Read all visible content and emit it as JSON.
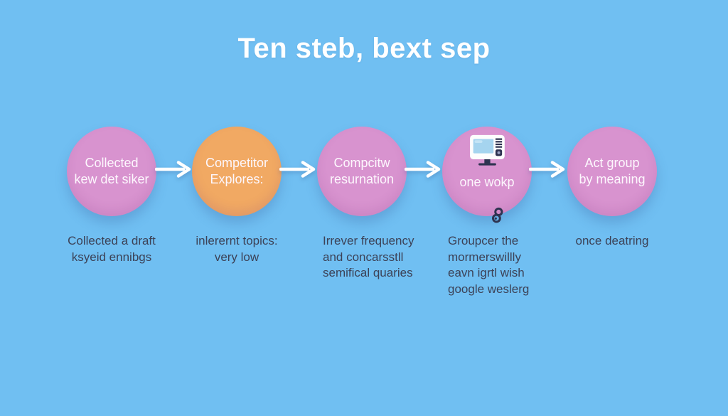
{
  "title": "Ten steb, bext sep",
  "colors": {
    "background": "#70bff2",
    "circle_pink": "#d893cf",
    "circle_orange": "#f1a963",
    "arrow": "#ffffff",
    "circle_text": "#fdf7fd",
    "description_text": "#3c4257",
    "icon_dark": "#2e3350",
    "icon_screen_blue": "#a5d4ef"
  },
  "steps": [
    {
      "label": "Collected\nkew det siker",
      "description": "Collected a draft\nksyeid ennibgs",
      "color": "#d893cf"
    },
    {
      "label": "Competitor\nExplores:",
      "description": "inlerernt topics:\nvery low",
      "color": "#f1a963"
    },
    {
      "label": "Compcitw\nresurnation",
      "description": "Irrever frequency\nand concarsstll\nsemifical quaries",
      "color": "#d893cf"
    },
    {
      "label": "one wokp",
      "description": "Groupcer the\nmormerswillly\neavn igrtl wish\ngoogle weslerg",
      "color": "#d893cf",
      "icons": [
        "computer-monitor-icon",
        "link-icon"
      ]
    },
    {
      "label": "Act group\nby meaning",
      "description": "once deatring",
      "color": "#d893cf"
    }
  ]
}
